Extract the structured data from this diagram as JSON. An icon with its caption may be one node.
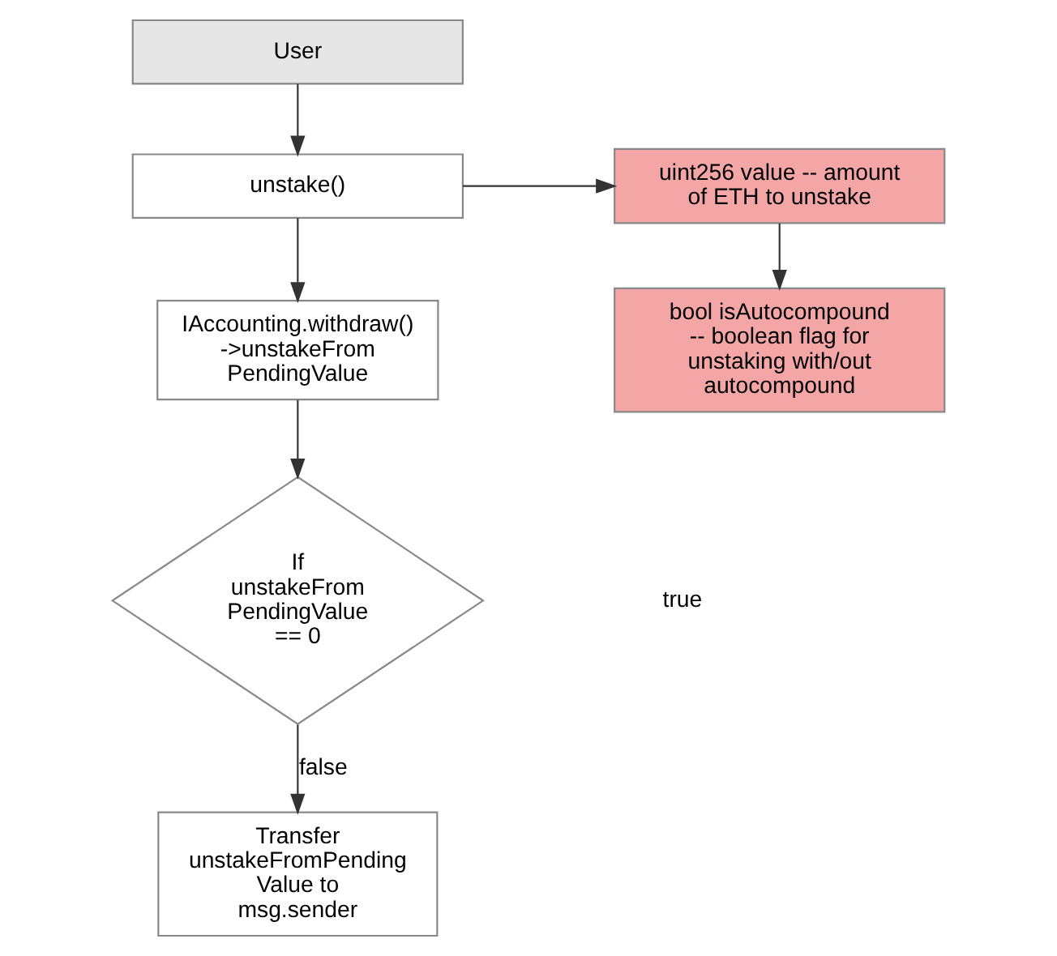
{
  "diagram": {
    "nodes": [
      {
        "text": [
          "User"
        ]
      },
      {
        "text": [
          "unstake()"
        ]
      },
      {
        "text": [
          "uint256 value -- amount of ETH to unstake"
        ]
      },
      {
        "text": [
          "bool isAutocompound -- boolean flag for unstaking with/out autocompound"
        ]
      },
      {
        "text": [
          "IAccounting.withdraw() ->unstakeFrom PendingValue"
        ]
      },
      {
        "text": [
          "If unstakeFrom PendingValue == 0"
        ]
      },
      {
        "text": [
          "Transfer unstakeFromPending Value to msg.sender"
        ]
      }
    ],
    "edges": [
      {
        "from": 0,
        "to": 1,
        "arrow": "to"
      },
      {
        "from": 1,
        "to": 2,
        "arrow": "to"
      },
      {
        "from": 2,
        "to": 3,
        "arrow": "to"
      },
      {
        "from": 1,
        "to": 4,
        "arrow": "to"
      },
      {
        "from": 4,
        "to": 5,
        "arrow": "to"
      },
      {
        "from": 5,
        "to": 6,
        "arrow": "to",
        "label": "false"
      }
    ],
    "labels": [
      "true"
    ]
  }
}
